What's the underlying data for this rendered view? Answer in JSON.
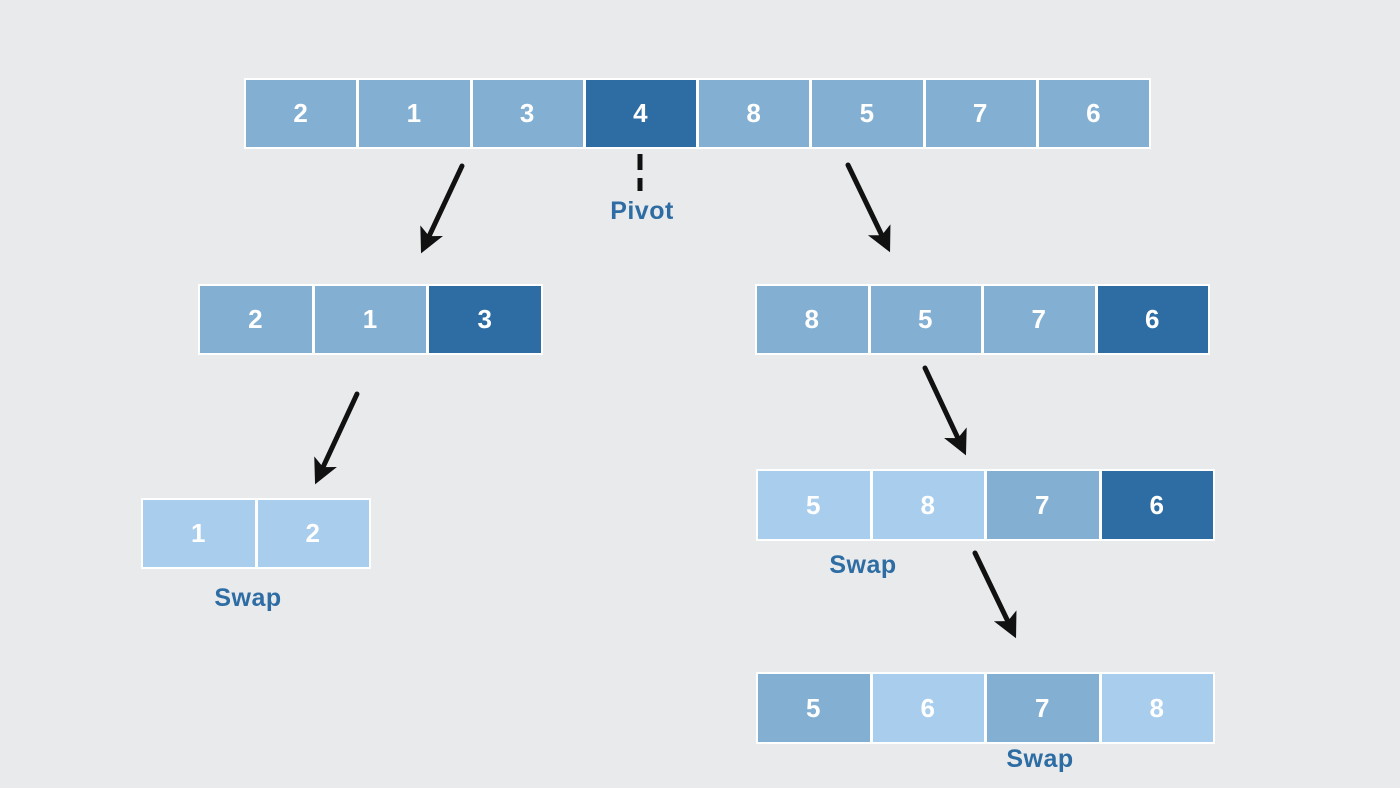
{
  "labels": {
    "pivot": "Pivot",
    "swap": "Swap"
  },
  "colors": {
    "background": "#E9EAEC",
    "cell_medium": "#82AFD2",
    "cell_dark": "#2E6CA4",
    "cell_light": "#A8CDED",
    "cell_text": "#FFFFFF",
    "label_text": "#2E6DA4",
    "arrow": "#111111"
  },
  "arrays": {
    "top": {
      "cells": [
        {
          "value": "2",
          "shade": "medium"
        },
        {
          "value": "1",
          "shade": "medium"
        },
        {
          "value": "3",
          "shade": "medium"
        },
        {
          "value": "4",
          "shade": "dark"
        },
        {
          "value": "8",
          "shade": "medium"
        },
        {
          "value": "5",
          "shade": "medium"
        },
        {
          "value": "7",
          "shade": "medium"
        },
        {
          "value": "6",
          "shade": "medium"
        }
      ]
    },
    "left_sub": {
      "cells": [
        {
          "value": "2",
          "shade": "medium"
        },
        {
          "value": "1",
          "shade": "medium"
        },
        {
          "value": "3",
          "shade": "dark"
        }
      ]
    },
    "right_sub": {
      "cells": [
        {
          "value": "8",
          "shade": "medium"
        },
        {
          "value": "5",
          "shade": "medium"
        },
        {
          "value": "7",
          "shade": "medium"
        },
        {
          "value": "6",
          "shade": "dark"
        }
      ]
    },
    "left_leaf": {
      "cells": [
        {
          "value": "1",
          "shade": "light"
        },
        {
          "value": "2",
          "shade": "light"
        }
      ]
    },
    "right_mid": {
      "cells": [
        {
          "value": "5",
          "shade": "light"
        },
        {
          "value": "8",
          "shade": "light"
        },
        {
          "value": "7",
          "shade": "medium"
        },
        {
          "value": "6",
          "shade": "dark"
        }
      ]
    },
    "bottom": {
      "cells": [
        {
          "value": "5",
          "shade": "medium"
        },
        {
          "value": "6",
          "shade": "light"
        },
        {
          "value": "7",
          "shade": "medium"
        },
        {
          "value": "8",
          "shade": "light"
        }
      ]
    }
  }
}
